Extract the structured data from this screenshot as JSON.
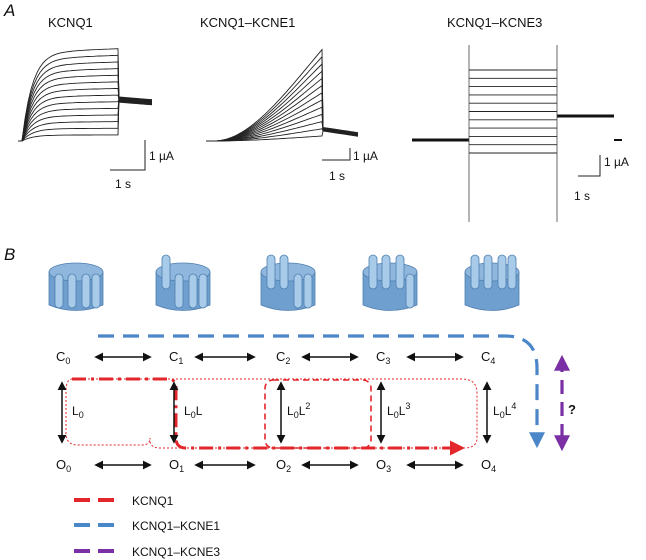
{
  "panel_a": {
    "label": "A",
    "titles": [
      "KCNQ1",
      "KCNQ1–KCNE1",
      "KCNQ1–KCNE3"
    ],
    "scale_bars": [
      {
        "current": "1 µA",
        "time": "1 s"
      },
      {
        "current": "1 µA",
        "time": "1 s"
      },
      {
        "current": "1 µA",
        "time": "1 s"
      }
    ]
  },
  "panel_b": {
    "label": "B",
    "closed_states": [
      {
        "base": "C",
        "sub": "0"
      },
      {
        "base": "C",
        "sub": "1"
      },
      {
        "base": "C",
        "sub": "2"
      },
      {
        "base": "C",
        "sub": "3"
      },
      {
        "base": "C",
        "sub": "4"
      }
    ],
    "open_states": [
      {
        "base": "O",
        "sub": "0"
      },
      {
        "base": "O",
        "sub": "1"
      },
      {
        "base": "O",
        "sub": "2"
      },
      {
        "base": "O",
        "sub": "3"
      },
      {
        "base": "O",
        "sub": "4"
      }
    ],
    "rates": [
      {
        "base": "L",
        "sub": "0",
        "mid": "",
        "sup": ""
      },
      {
        "base": "L",
        "sub": "0",
        "mid": "L",
        "sup": ""
      },
      {
        "base": "L",
        "sub": "0",
        "mid": "L",
        "sup": "2"
      },
      {
        "base": "L",
        "sub": "0",
        "mid": "L",
        "sup": "3"
      },
      {
        "base": "L",
        "sub": "0",
        "mid": "L",
        "sup": "4"
      }
    ],
    "unknown_mark": "?",
    "legend": [
      {
        "label": "KCNQ1",
        "color": "#e3262b"
      },
      {
        "label": "KCNQ1–KCNE1",
        "color": "#4a86c8"
      },
      {
        "label": "KCNQ1–KCNE3",
        "color": "#7a2fa5"
      }
    ],
    "channel_color": "#6f9fcf"
  }
}
